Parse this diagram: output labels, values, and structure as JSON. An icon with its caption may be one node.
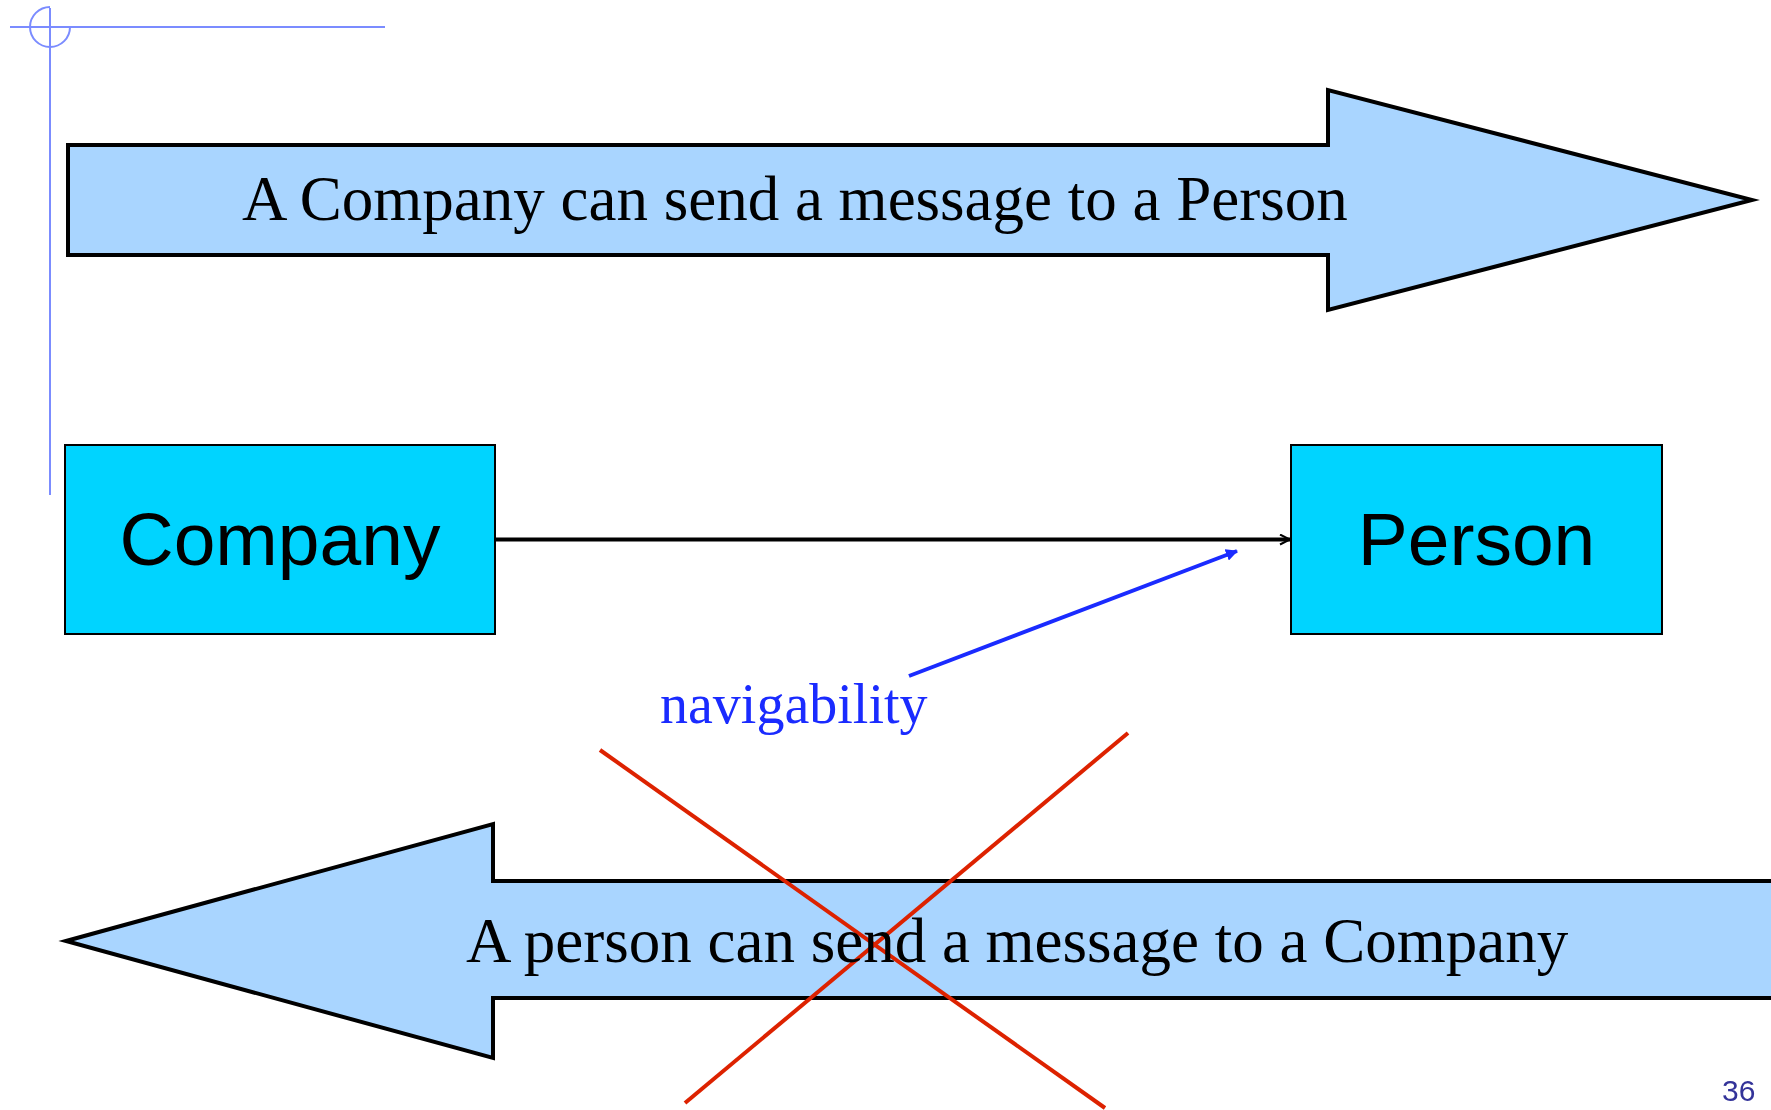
{
  "diagram": {
    "nodes": [
      {
        "text": [
          "A Company can send a message to a Person"
        ]
      },
      {
        "text": [
          "Company"
        ]
      },
      {
        "text": [
          "Person"
        ]
      },
      {
        "text": [
          "A person can send a message to a Company"
        ]
      },
      {
        "text": [
          "navigability"
        ]
      }
    ],
    "edges": [
      {
        "from": 1,
        "to": 2,
        "arrow": "to"
      },
      {
        "from": 4,
        "to": null,
        "arrow": "to",
        "color": "#1a2bff"
      }
    ],
    "labels": [
      "36"
    ]
  }
}
